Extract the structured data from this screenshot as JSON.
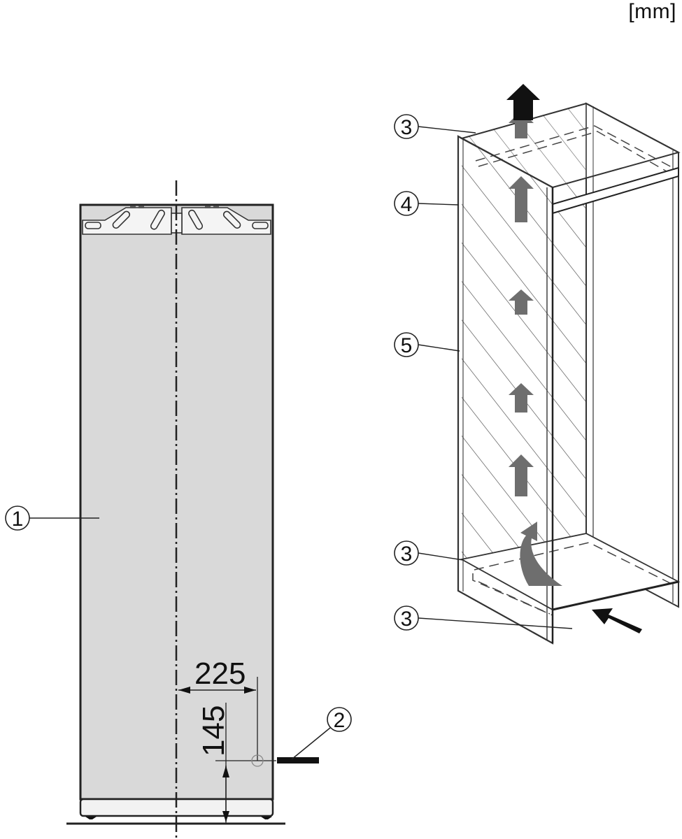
{
  "unit_label": "[mm]",
  "callouts": {
    "c1": "1",
    "c2": "2",
    "c3_top": "3",
    "c4": "4",
    "c5": "5",
    "c3_mid": "3",
    "c3_bottom": "3"
  },
  "dimensions": {
    "horizontal": "225",
    "vertical": "145"
  },
  "colors": {
    "appliance_fill": "#d9d9d9",
    "line": "#222222",
    "airflow_arrow": "#6e6e6e",
    "airflow_arrow_dark": "#111111"
  }
}
